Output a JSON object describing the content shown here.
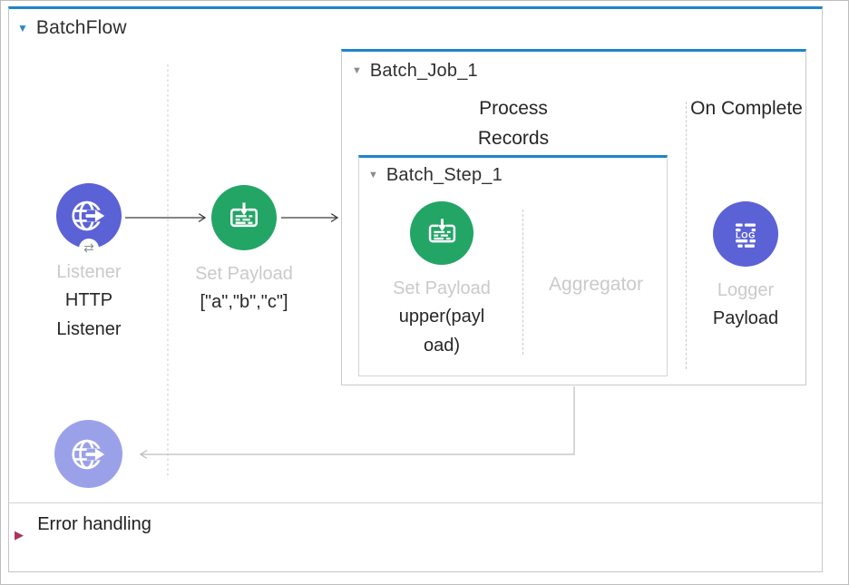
{
  "colors": {
    "accent_blue": "#1e86c8",
    "connector_indigo": "#5b62d6",
    "connector_indigo_faded": "#9ba1e9",
    "connector_green": "#23a566",
    "muted_label_gray": "#cacaca",
    "error_marker_red": "#a8355a"
  },
  "icons": {
    "collapse_down": "▼",
    "error_expand": "▶",
    "exchange_badge": "⇄",
    "logger_text": "LOG"
  },
  "flow": {
    "title": "BatchFlow",
    "error_handling_label": "Error handling"
  },
  "listener_node": {
    "label": "Listener",
    "doc": "HTTP Listener"
  },
  "set_payload_node": {
    "label": "Set Payload",
    "doc": "[\"a\",\"b\",\"c\"]"
  },
  "batch_job": {
    "title": "Batch_Job_1",
    "process_records_label": "Process Records",
    "on_complete_label": "On Complete",
    "batch_step": {
      "title": "Batch_Step_1",
      "set_payload": {
        "label": "Set Payload",
        "doc": "upper(payload)"
      },
      "aggregator_label": "Aggregator"
    },
    "logger_node": {
      "label": "Logger",
      "doc": "Payload"
    }
  }
}
